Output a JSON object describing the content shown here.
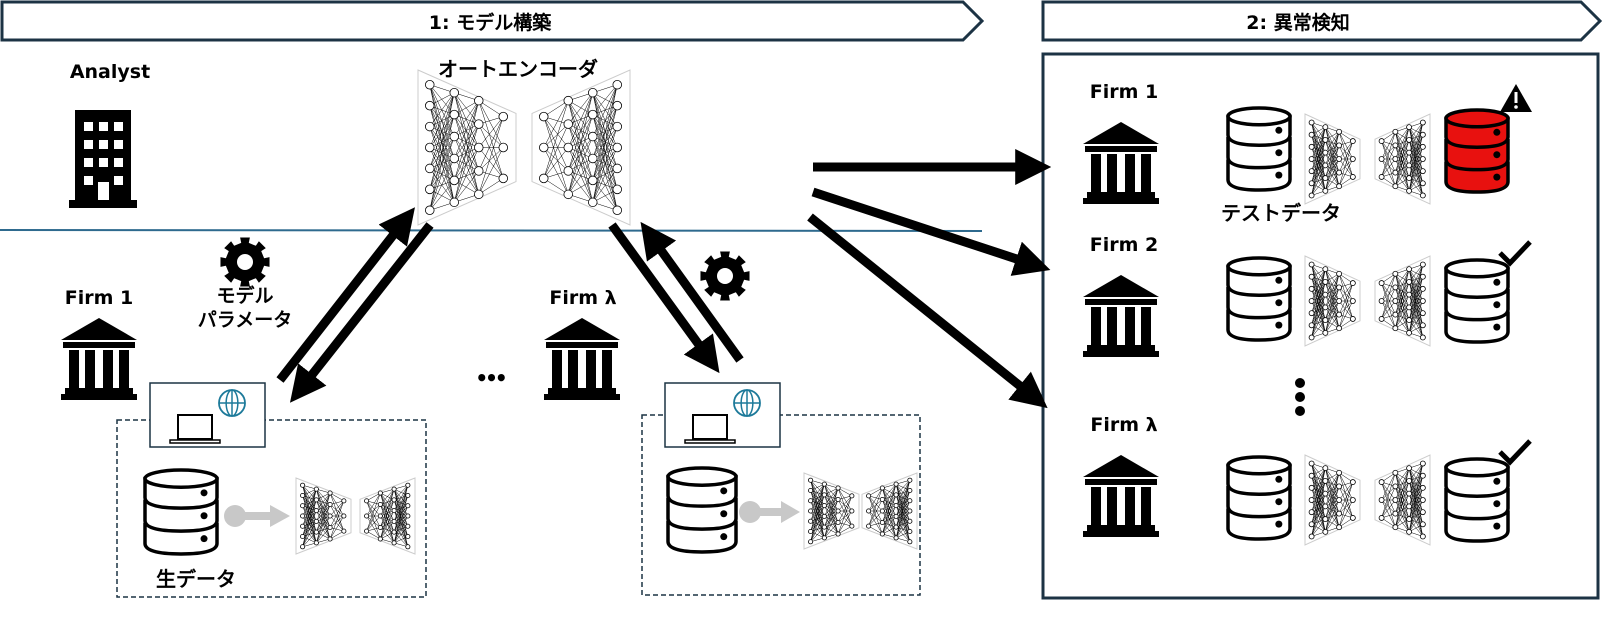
{
  "phase1": {
    "title": "1: モデル構築"
  },
  "phase2": {
    "title": "2: 異常検知"
  },
  "analyst": {
    "label": "Analyst"
  },
  "autoencoder": {
    "label": "オートエンコーダ"
  },
  "model_params": {
    "label_line1": "モデル",
    "label_line2": "パラメータ"
  },
  "clients": [
    {
      "label": "Firm 1",
      "data_label": "生データ"
    },
    {
      "label": "Firm λ"
    }
  ],
  "ellipsis": "•••",
  "detection": {
    "rows": [
      {
        "label": "Firm 1",
        "status": "anomaly",
        "data_label": "テストデータ"
      },
      {
        "label": "Firm 2",
        "status": "normal"
      },
      {
        "label": "Firm λ",
        "status": "normal"
      }
    ]
  },
  "colors": {
    "frame": "#1c3344",
    "divider": "#2e6a8e",
    "anomaly": "#e8110f",
    "globe": "#1d7a9a"
  }
}
